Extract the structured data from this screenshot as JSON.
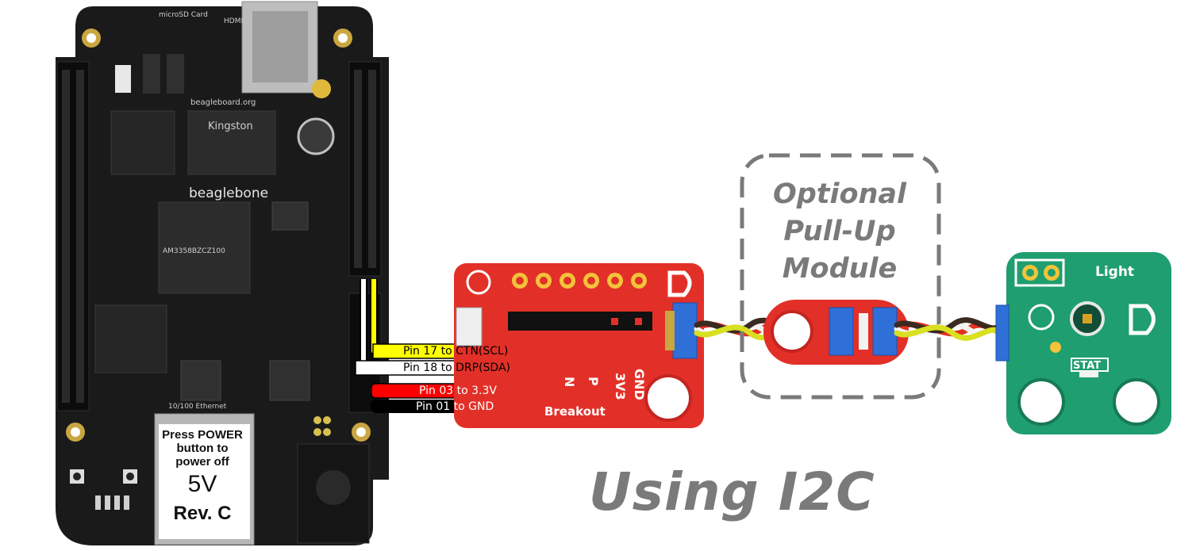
{
  "caption": "Using I2C",
  "optional_module": {
    "line1": "Optional",
    "line2": "Pull-Up",
    "line3": "Module"
  },
  "wires": [
    {
      "label": "Pin 17 to CTN(SCL)",
      "color": "#ffff00",
      "text_color": "#000000"
    },
    {
      "label": "Pin 18 to DRP(SDA)",
      "color": "#ffffff",
      "text_color": "#000000"
    },
    {
      "label": "Pin 03 to 3.3V",
      "color": "#ff0000",
      "text_color": "#ffffff"
    },
    {
      "label": "Pin 01 to GND",
      "color": "#000000",
      "text_color": "#ffffff"
    }
  ],
  "beaglebone": {
    "brand": "beaglebone",
    "power_note": {
      "line1": "Press POWER",
      "line2": "button to",
      "line3": "power off"
    },
    "voltage": "5V",
    "revision": "Rev. C",
    "chip_memory": "Kingston",
    "chip_cpu": "AM3358BZCZ100",
    "ethernet": "10/100 Ethernet",
    "hdmi": "HDMI",
    "microsd": "microSD Card",
    "site": "beagleboard.org"
  },
  "breakout": {
    "name": "Breakout",
    "pins": [
      "3V3",
      "GND"
    ],
    "partial_pins": [
      "N",
      "P"
    ]
  },
  "light_module": {
    "name": "Light",
    "status": "STAT"
  },
  "colors": {
    "breakout_red": "#e23028",
    "light_green": "#1f9e6f",
    "connector_blue": "#2f6fd8",
    "board_black": "#1a1a1a",
    "label_gray": "#7a7a7a"
  }
}
